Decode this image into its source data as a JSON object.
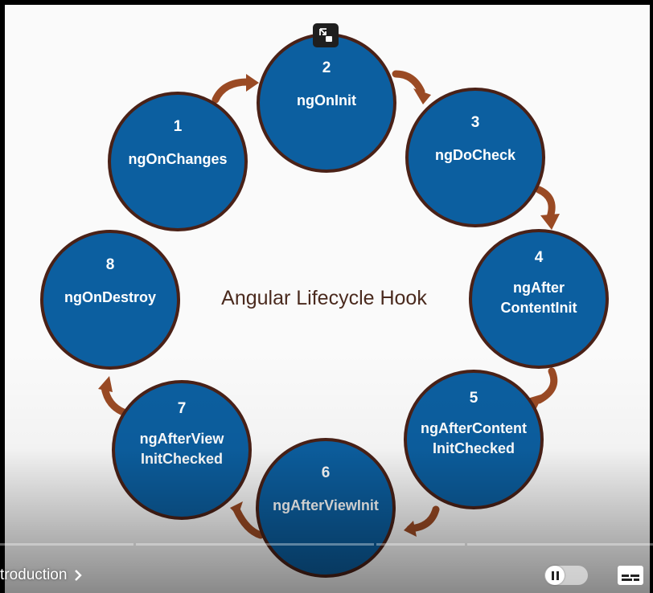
{
  "slide": {
    "title": "Angular Lifecycle Hook",
    "circles": [
      {
        "num": "1",
        "lines": [
          "ngOnChanges"
        ]
      },
      {
        "num": "2",
        "lines": [
          "ngOnInit"
        ]
      },
      {
        "num": "3",
        "lines": [
          "ngDoCheck"
        ]
      },
      {
        "num": "4",
        "lines": [
          "ngAfter",
          "ContentInit"
        ]
      },
      {
        "num": "5",
        "lines": [
          "ngAfterContent",
          "InitChecked"
        ]
      },
      {
        "num": "6",
        "lines": [
          "ngAfterViewInit"
        ]
      },
      {
        "num": "7",
        "lines": [
          "ngAfterView",
          "InitChecked"
        ]
      },
      {
        "num": "8",
        "lines": [
          "ngOnDestroy"
        ]
      }
    ],
    "colors": {
      "circle_fill": "#0c5fa0",
      "circle_stroke": "#4a2117",
      "arrow": "#9a4a24",
      "title": "#4a2a1e"
    }
  },
  "player": {
    "chapter_label": "troduction",
    "icons": {
      "chapter_chevron": "chevron-right-icon",
      "autoplay": "pause-icon",
      "captions": "captions-icon",
      "miniplayer": "miniplayer-icon"
    }
  }
}
